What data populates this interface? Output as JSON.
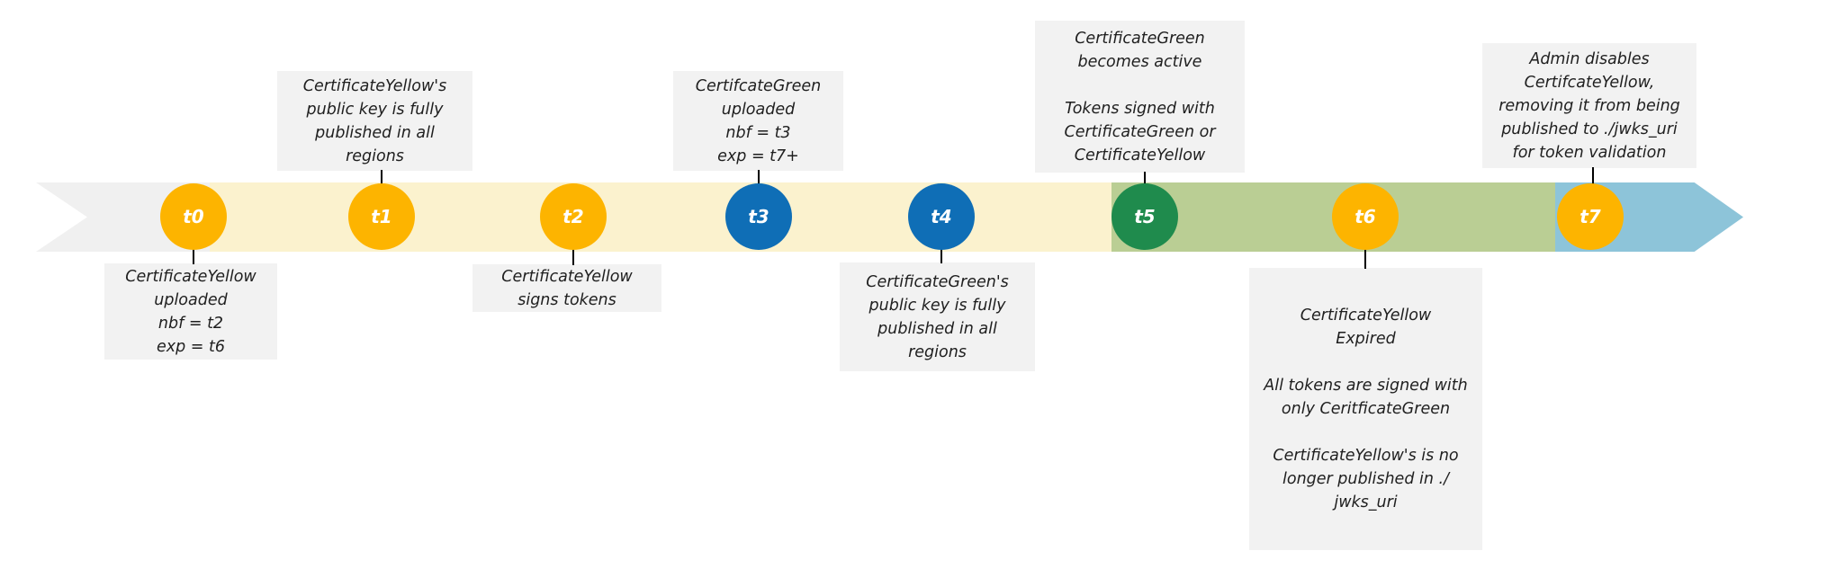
{
  "diagram": {
    "kind": "certificate-rotation-timeline",
    "colors": {
      "background": "#ffffff",
      "callout_bg": "#f2f2f2",
      "text": "#1f1f1f",
      "connector": "#000000",
      "node_label": "#ffffff"
    },
    "band": {
      "segments": [
        {
          "name": "pre-t0",
          "color": "#f0f0f0"
        },
        {
          "name": "certificate-yellow-phase",
          "color": "#fbf2ce"
        },
        {
          "name": "certificate-green-phase",
          "color": "#bace94"
        },
        {
          "name": "post-t7",
          "color": "#8dc4d9"
        }
      ]
    },
    "milestones": [
      {
        "label": "t0",
        "color": "#fdb400",
        "callout_side": "below",
        "lines": [
          "CertificateYellow",
          "uploaded",
          "nbf = t2",
          "exp = t6"
        ]
      },
      {
        "label": "t1",
        "color": "#fdb400",
        "callout_side": "above",
        "lines": [
          "CertificateYellow's",
          "public key is fully",
          "published in all",
          "regions"
        ]
      },
      {
        "label": "t2",
        "color": "#fdb400",
        "callout_side": "below",
        "lines": [
          "CertificateYellow",
          "signs tokens"
        ]
      },
      {
        "label": "t3",
        "color": "#0f6eb6",
        "callout_side": "above",
        "lines": [
          "CertifcateGreen",
          "uploaded",
          "nbf = t3",
          "exp = t7+"
        ]
      },
      {
        "label": "t4",
        "color": "#0f6eb6",
        "callout_side": "below",
        "lines": [
          "CertificateGreen's",
          "public key is fully",
          "published in all",
          "regions"
        ]
      },
      {
        "label": "t5",
        "color": "#1f8b4d",
        "callout_side": "above",
        "lines": [
          "CertificateGreen",
          "becomes active",
          "",
          "Tokens signed with",
          "CertificateGreen or",
          "CertificateYellow"
        ]
      },
      {
        "label": "t6",
        "color": "#fdb400",
        "callout_side": "below",
        "lines": [
          "CertificateYellow",
          "Expired",
          "",
          "All tokens are signed with",
          "only CeritficateGreen",
          "",
          "CertificateYellow's is no",
          "longer published in ./",
          "jwks_uri"
        ]
      },
      {
        "label": "t7",
        "color": "#fdb400",
        "callout_side": "above",
        "lines": [
          "Admin disables",
          "CertifcateYellow,",
          "removing it from being",
          "published to ./jwks_uri",
          "for token validation"
        ]
      }
    ]
  }
}
